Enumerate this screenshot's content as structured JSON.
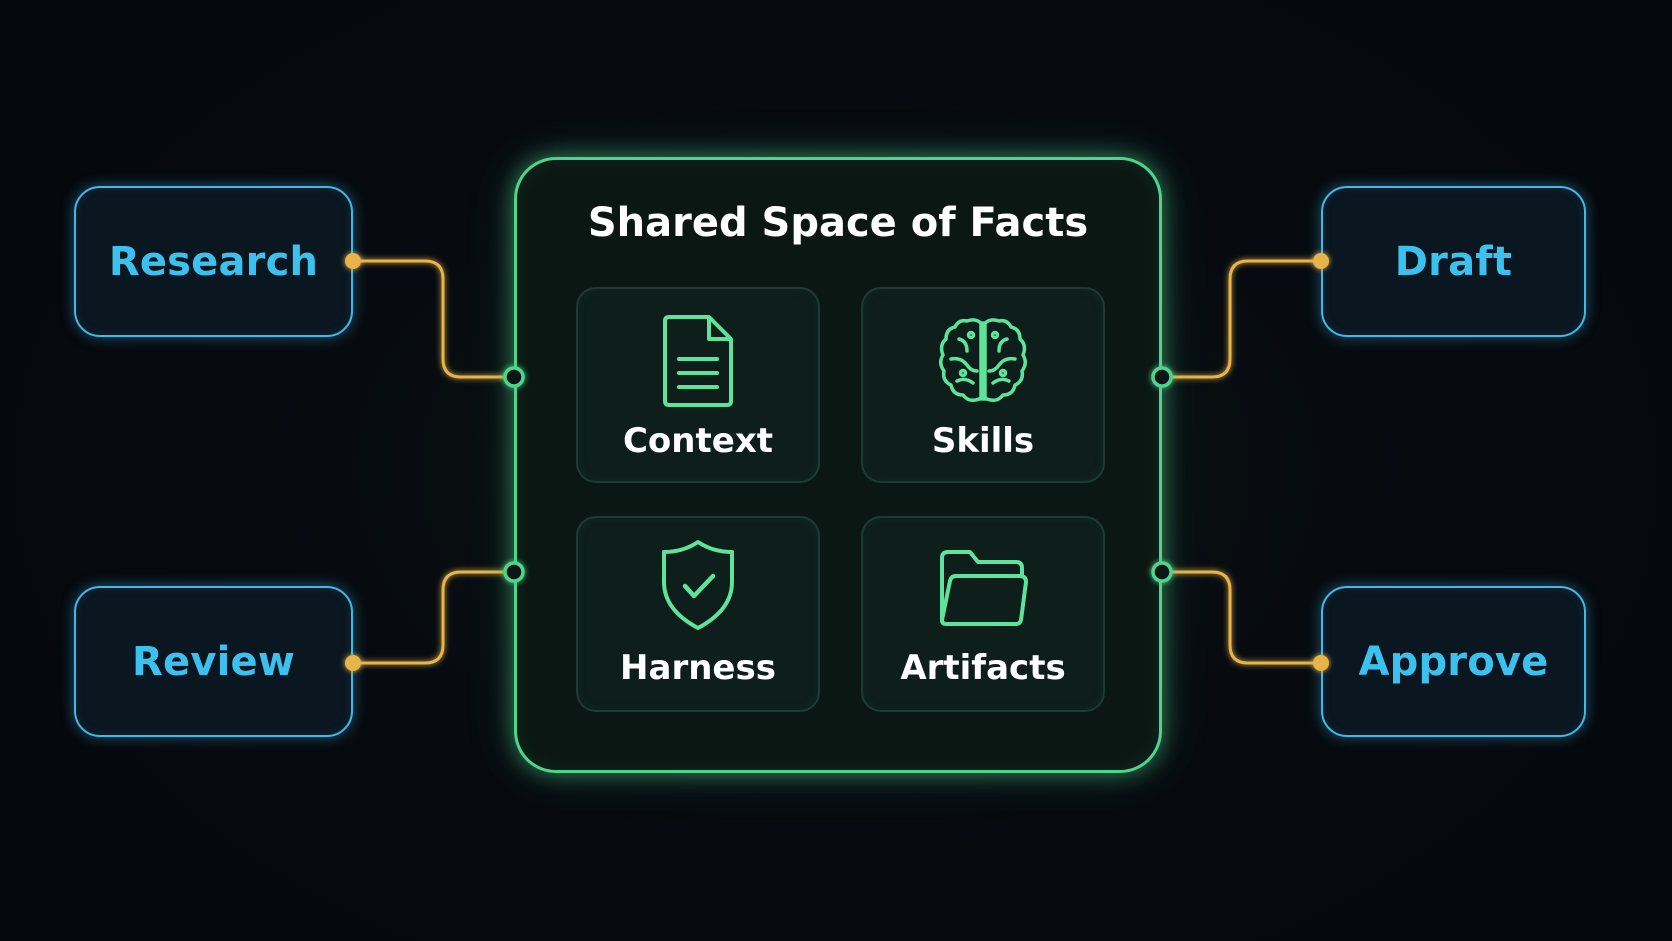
{
  "hub": {
    "title": "Shared Space of Facts",
    "tiles": [
      {
        "label": "Context",
        "icon": "document-icon"
      },
      {
        "label": "Skills",
        "icon": "brain-icon"
      },
      {
        "label": "Harness",
        "icon": "shield-check-icon"
      },
      {
        "label": "Artifacts",
        "icon": "folder-icon"
      }
    ]
  },
  "nodes": {
    "left": [
      "Research",
      "Review"
    ],
    "right": [
      "Draft",
      "Approve"
    ]
  },
  "colors": {
    "background": "#060a0f",
    "hub_border": "#4fd48c",
    "node_border": "#41b9e8",
    "node_text": "#3cc0ee",
    "connector": "#e8b44a",
    "port": "#4fd48c"
  }
}
